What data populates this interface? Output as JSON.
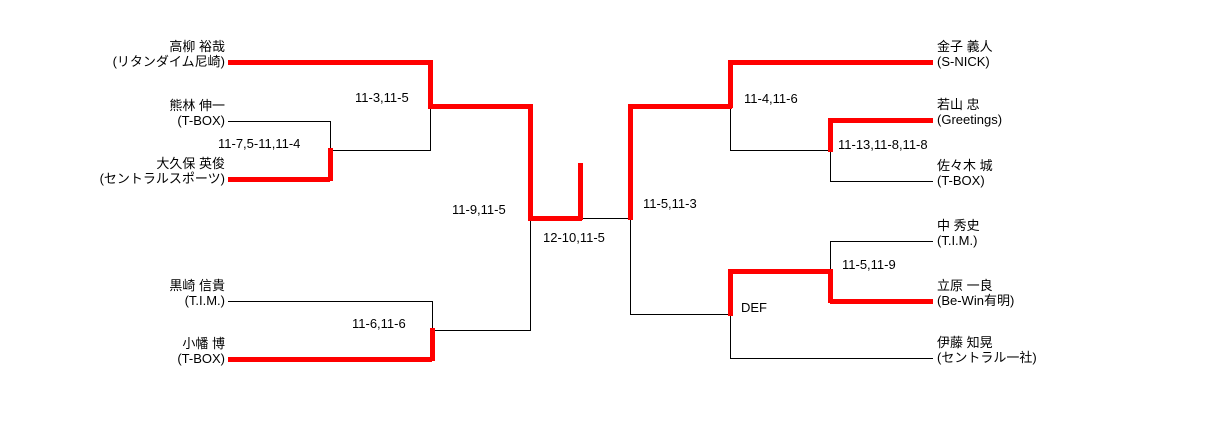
{
  "diagram": {
    "type": "single-elimination-tournament-bracket",
    "champion": "高柳 裕哉",
    "colors": {
      "winner_path": "#ff0000",
      "line": "#000000",
      "text": "#000000",
      "background": "#ffffff"
    }
  },
  "players": [
    {
      "name": "高柳 裕哉",
      "club": "(リタンダイム尼崎)",
      "side": "left"
    },
    {
      "name": "熊林 伸一",
      "club": "(T-BOX)",
      "side": "left"
    },
    {
      "name": "大久保 英俊",
      "club": "(セントラルスポーツ)",
      "side": "left"
    },
    {
      "name": "黒崎 信貴",
      "club": "(T.I.M.)",
      "side": "left"
    },
    {
      "name": "小幡 博",
      "club": "(T-BOX)",
      "side": "left"
    },
    {
      "name": "金子 義人",
      "club": "(S-NICK)",
      "side": "right"
    },
    {
      "name": "若山 忠",
      "club": "(Greetings)",
      "side": "right"
    },
    {
      "name": "佐々木 城",
      "club": "(T-BOX)",
      "side": "right"
    },
    {
      "name": "中 秀史",
      "club": "(T.I.M.)",
      "side": "right"
    },
    {
      "name": "立原 一良",
      "club": "(Be-Win有明)",
      "side": "right"
    },
    {
      "name": "伊藤 知晃",
      "club": "(セントラル一社)",
      "side": "right"
    }
  ],
  "matches": [
    {
      "round": "left-first-round",
      "player1": "熊林 伸一",
      "player2": "大久保 英俊",
      "winner": "大久保 英俊",
      "score": "11-7,5-11,11-4"
    },
    {
      "round": "left-quarterfinal-top",
      "player1": "高柳 裕哉",
      "player2": "大久保 英俊",
      "winner": "高柳 裕哉",
      "score": "11-3,11-5"
    },
    {
      "round": "left-quarterfinal-bottom",
      "player1": "黒崎 信貴",
      "player2": "小幡 博",
      "winner": "小幡 博",
      "score": "11-6,11-6"
    },
    {
      "round": "left-semifinal",
      "player1": "高柳 裕哉",
      "player2": "小幡 博",
      "winner": "高柳 裕哉",
      "score": "11-9,11-5"
    },
    {
      "round": "final",
      "player1": "高柳 裕哉",
      "player2": "金子 義人",
      "winner": "高柳 裕哉",
      "score": "12-10,11-5"
    },
    {
      "round": "right-semifinal",
      "player1": "金子 義人",
      "player2": "立原 一良",
      "winner": "金子 義人",
      "score": "11-5,11-3"
    },
    {
      "round": "right-quarterfinal-top",
      "player1": "金子 義人",
      "player2": "若山 忠",
      "winner": "金子 義人",
      "score": "11-4,11-6"
    },
    {
      "round": "right-first-round-top",
      "player1": "若山 忠",
      "player2": "佐々木 城",
      "winner": "若山 忠",
      "score": "11-13,11-8,11-8"
    },
    {
      "round": "right-first-round-bottom",
      "player1": "中 秀史",
      "player2": "立原 一良",
      "winner": "立原 一良",
      "score": "11-5,11-9"
    },
    {
      "round": "right-quarterfinal-bottom",
      "player1": "立原 一良",
      "player2": "伊藤 知晃",
      "winner": "立原 一良",
      "score": "DEF"
    }
  ]
}
